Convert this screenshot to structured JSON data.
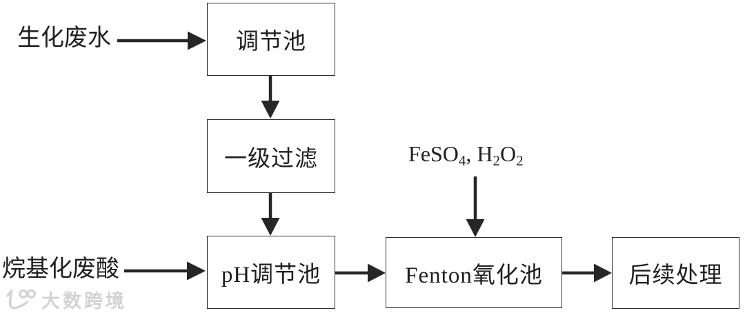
{
  "canvas": {
    "background": "#ffffff",
    "line_color": "#262626",
    "text_color": "#1f1f1f",
    "border_color": "#2e2e2e"
  },
  "nodes": [
    {
      "id": "regulating-tank",
      "label": "调节池"
    },
    {
      "id": "primary-filtration",
      "label": "一级过滤"
    },
    {
      "id": "ph-regulating-tank",
      "label": "pH调节池"
    },
    {
      "id": "fenton-oxidation-tank",
      "label": "Fenton氧化池"
    },
    {
      "id": "subsequent-treatment",
      "label": "后续处理"
    }
  ],
  "inputs": {
    "biochemical_wastewater": "生化废水",
    "alkylation_waste_acid": "烷基化废酸",
    "reagents": {
      "p1": "FeSO",
      "s1": "4",
      "p2": ", H",
      "s2": "2",
      "p3": "O",
      "s3": "2"
    }
  },
  "flows": [
    {
      "from": "生化废水",
      "to": "调节池"
    },
    {
      "from": "调节池",
      "to": "一级过滤"
    },
    {
      "from": "一级过滤",
      "to": "pH调节池"
    },
    {
      "from": "烷基化废酸",
      "to": "pH调节池"
    },
    {
      "from": "pH调节池",
      "to": "Fenton氧化池"
    },
    {
      "from": "FeSO4, H2O2",
      "to": "Fenton氧化池"
    },
    {
      "from": "Fenton氧化池",
      "to": "后续处理"
    }
  ],
  "watermark": {
    "text": "大数跨境",
    "color": "#d3d3d3"
  }
}
